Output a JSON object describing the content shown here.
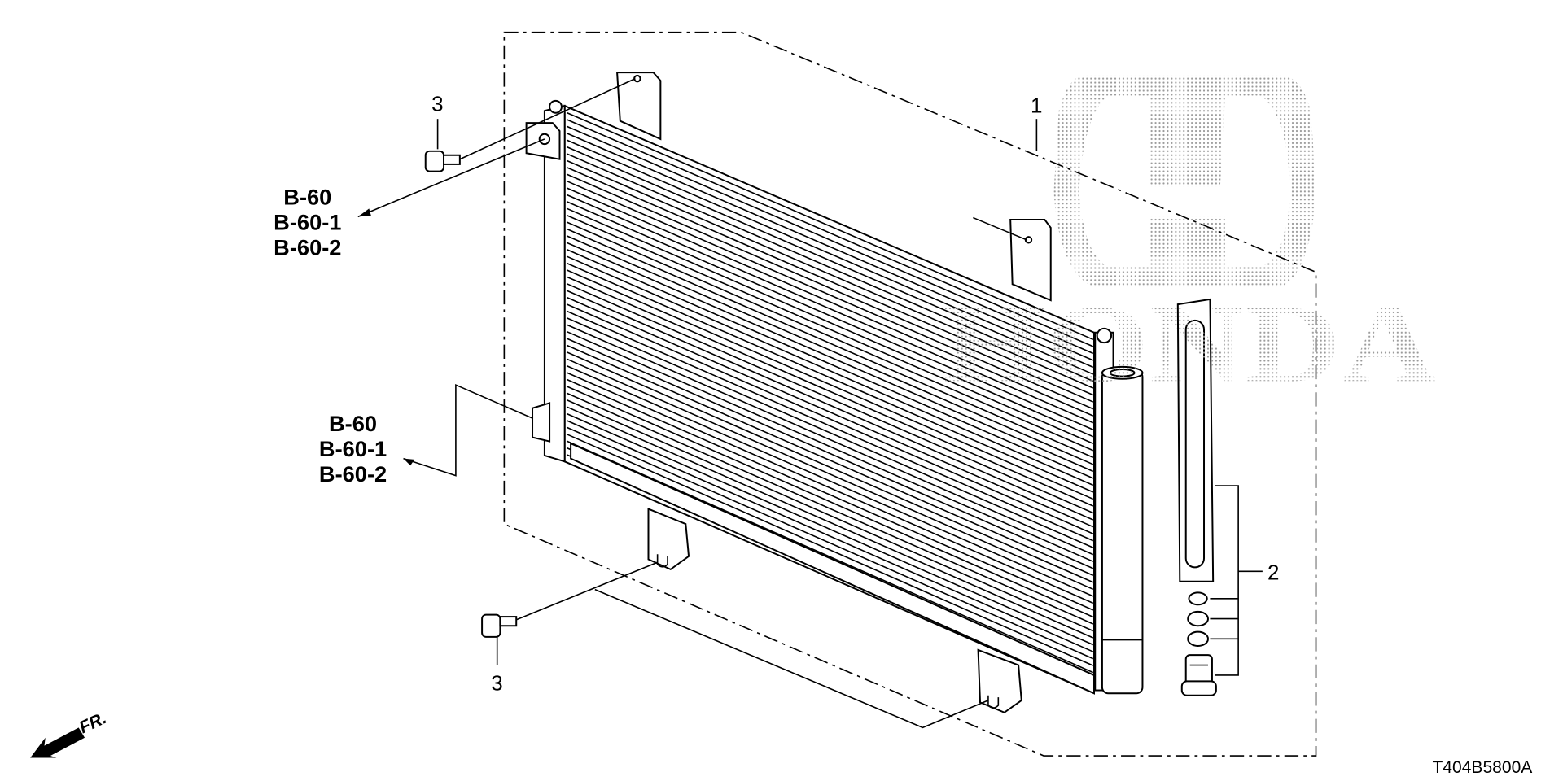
{
  "diagram": {
    "callouts": {
      "condenser": "1",
      "receiver_kit": "2",
      "bolt_upper": "3",
      "bolt_lower": "3"
    },
    "references_upper": [
      "B-60",
      "B-60-1",
      "B-60-2"
    ],
    "references_lower": [
      "B-60",
      "B-60-1",
      "B-60-2"
    ],
    "direction_label": "FR.",
    "diagram_code": "T404B5800A",
    "watermark": "HONDA",
    "colors": {
      "line": "#000000",
      "watermark": "#9a9a9a",
      "background": "#ffffff"
    }
  }
}
